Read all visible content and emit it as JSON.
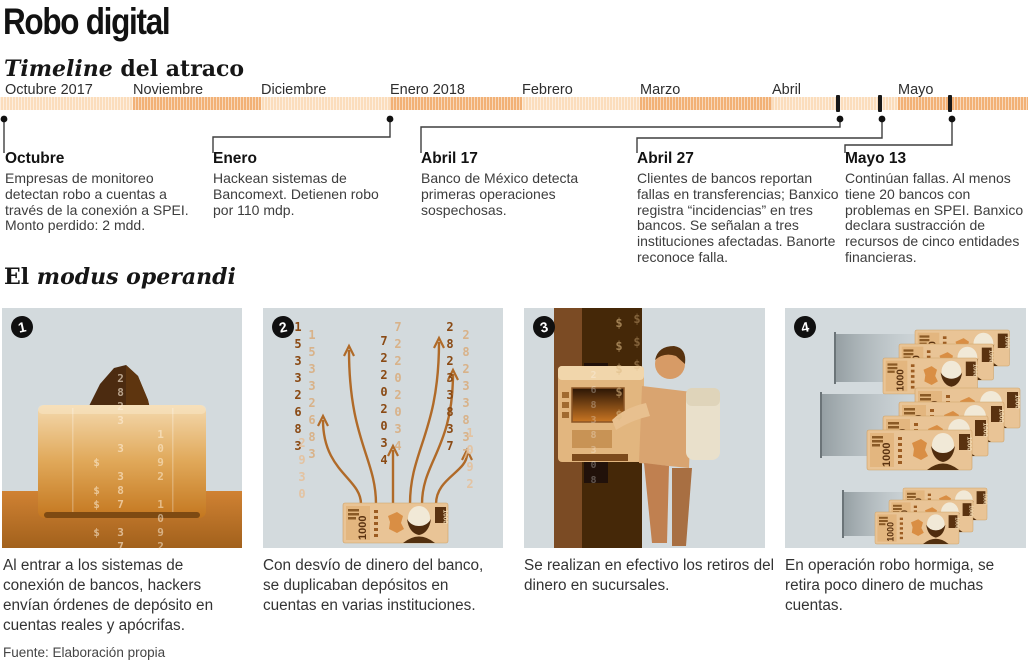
{
  "title": "Robo digital",
  "timeline": {
    "heading_italic": "Timeline",
    "heading_rest": " del atraco",
    "months": [
      "Octubre 2017",
      "Noviembre",
      "Diciembre",
      "Enero 2018",
      "Febrero",
      "Marzo",
      "Abril",
      "Mayo"
    ],
    "events": [
      {
        "title": "Octubre",
        "body": "Empresas de monitoreo detectan robo a cuentas a través de la conexión a SPEI. Monto perdido: 2 mdd."
      },
      {
        "title": "Enero",
        "body": "Hackean sistemas de Bancomext. Detienen robo por 110 mdp."
      },
      {
        "title": "Abril 17",
        "body": "Banco de México detecta primeras operaciones sospechosas."
      },
      {
        "title": "Abril 27",
        "body": "Clientes de bancos reportan fallas en transferencias; Banxico registra “incidencias” en tres bancos. Se señalan a tres instituciones afectadas. Banorte reconoce falla."
      },
      {
        "title": "Mayo 13",
        "body": "Continúan fallas. Al menos tiene 20 bancos con problemas en SPEI. Banxico declara sustracción de recursos de cinco entidades financieras."
      }
    ]
  },
  "modus": {
    "heading_plain": "El ",
    "heading_italic": "modus operandi",
    "steps": [
      {
        "number": "1",
        "caption": "Al entrar a los sistemas de conexión de bancos, hackers envían órdenes de depósito en cuentas reales y apócrifas."
      },
      {
        "number": "2",
        "caption": "Con desvío de dinero del banco, se duplicaban depósitos en cuentas en varias instituciones."
      },
      {
        "number": "3",
        "caption": "Se realizan en efectivo los retiros del dinero en sucursales."
      },
      {
        "number": "4",
        "caption": "En operación robo hormiga, se retira poco dinero de muchas cuentas."
      }
    ]
  },
  "illustrations": {
    "note_value": "1000",
    "panel1_digits": [
      "2823 3 387 37",
      "1092 1092",
      "$ $$ $"
    ],
    "panel2_digits": [
      "15332683",
      "15332683",
      "72202034",
      "72202034",
      "28233837",
      "28233837",
      "2930",
      "1092"
    ],
    "panel3_digits": [
      "26838308",
      "$$$$$",
      "$$$"
    ]
  },
  "footer": "Fuente: Elaboración propia",
  "colors": {
    "ink": "#121212",
    "body_text": "#3d3d3d",
    "timeline_light": "#fbddbc",
    "timeline_dark": "#f2b176",
    "panel_background": "#d3dadd",
    "accent_orange": "#c87c2c",
    "dark_brown": "#4c2b10"
  }
}
